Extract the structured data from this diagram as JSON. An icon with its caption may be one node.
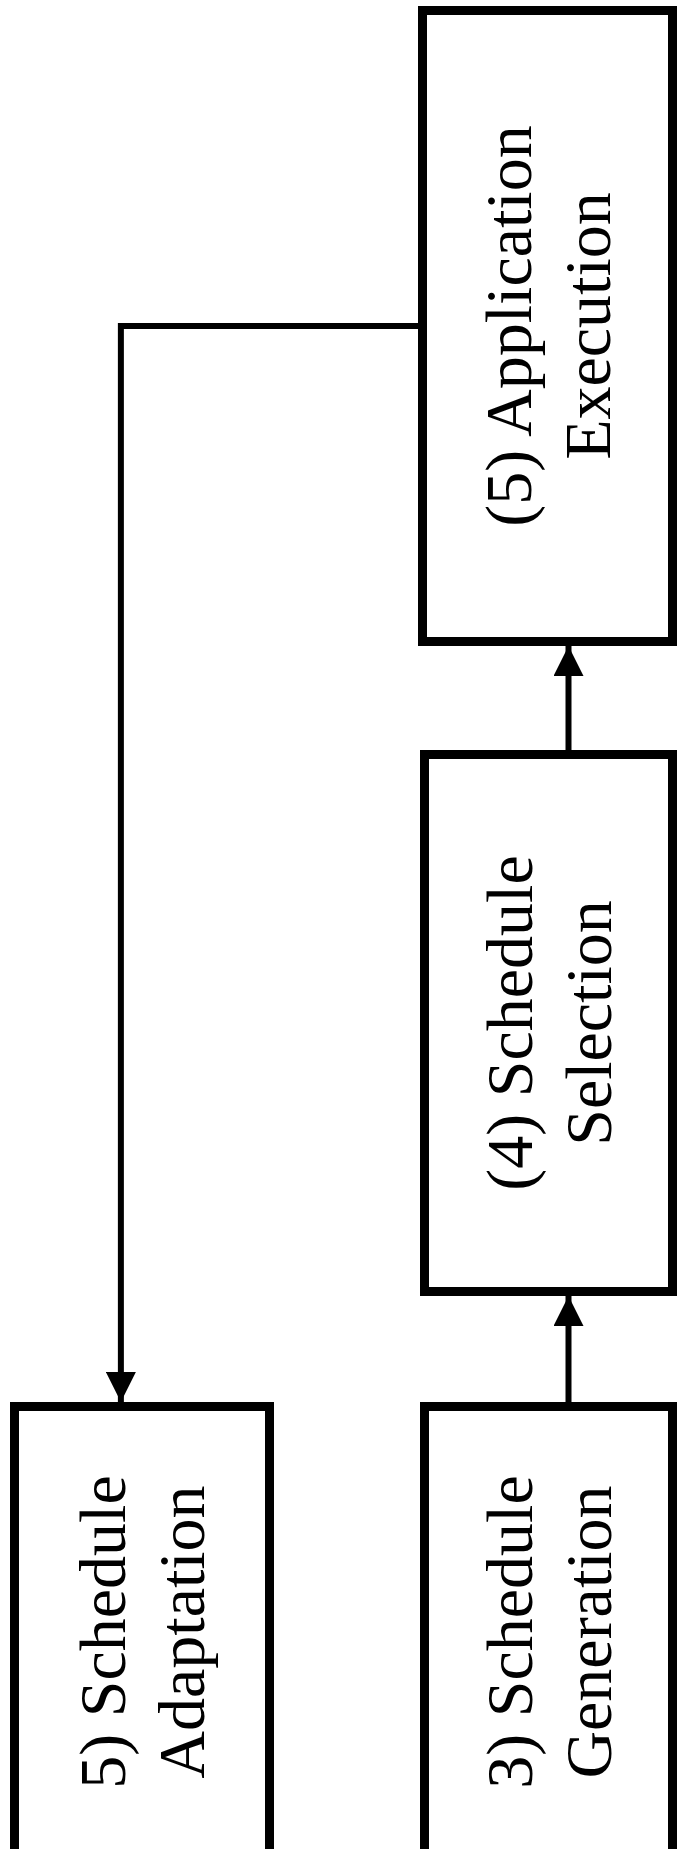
{
  "diagram": {
    "nodes": [
      {
        "text": [
          "(5) Application Execution"
        ]
      },
      {
        "text": [
          "(4) Schedule Selection"
        ]
      },
      {
        "text": [
          "3) Schedule Generation"
        ]
      },
      {
        "text": [
          "5) Schedule Adaptation"
        ]
      }
    ],
    "edges": [
      {
        "from": 2,
        "to": 1,
        "arrow": "to"
      },
      {
        "from": 1,
        "to": 0,
        "arrow": "to"
      },
      {
        "from": 0,
        "to": 3,
        "arrow": "to"
      }
    ]
  }
}
